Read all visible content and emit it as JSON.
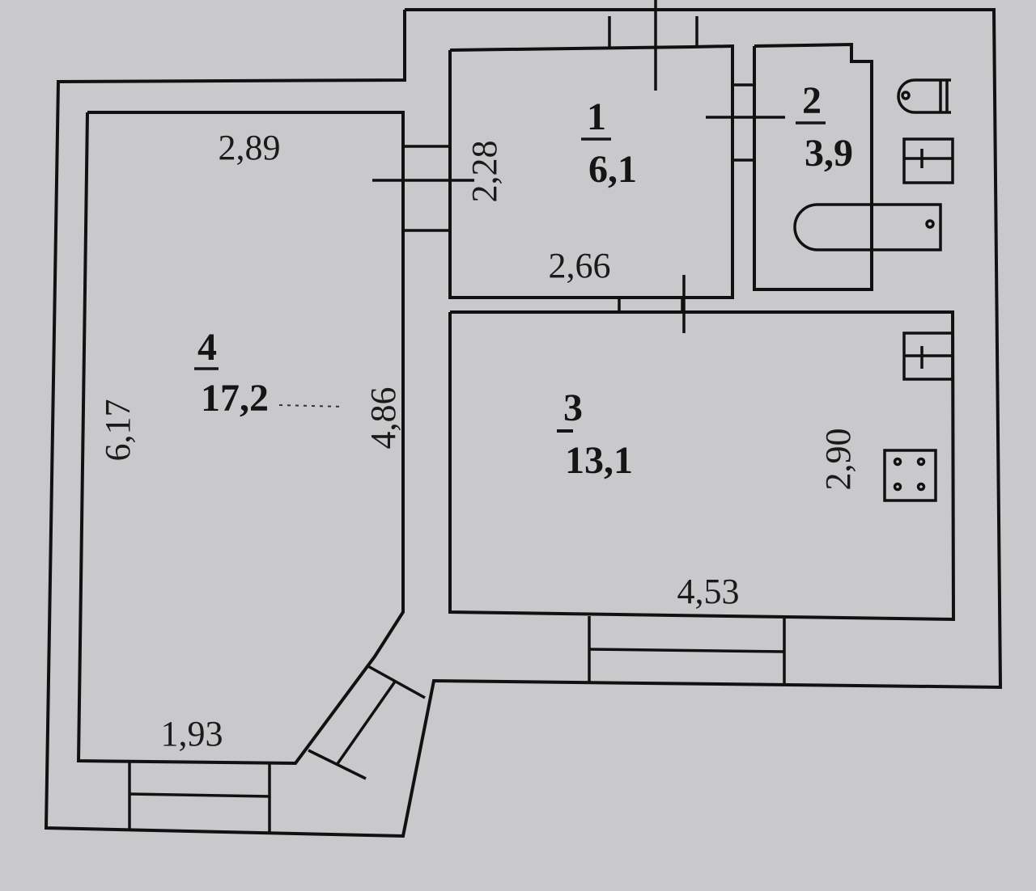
{
  "plan": {
    "colors": {
      "paper": "#c9c9cb",
      "ink": "#111111"
    },
    "rooms": [
      {
        "id": "1",
        "number": "1",
        "area": "6,1",
        "dims": [
          "2,28",
          "2,66"
        ]
      },
      {
        "id": "2",
        "number": "2",
        "area": "3,9",
        "dims": [],
        "fixtures": [
          "toilet-icon",
          "sink-icon",
          "bathtub-icon"
        ]
      },
      {
        "id": "3",
        "number": "3",
        "area": "13,1",
        "dims": [
          "2,90",
          "4,53"
        ],
        "fixtures": [
          "sink-icon",
          "stove-icon"
        ]
      },
      {
        "id": "4",
        "number": "4",
        "area": "17,2",
        "dims": [
          "2,89",
          "6,17",
          "4,86",
          "1,93"
        ]
      }
    ]
  }
}
